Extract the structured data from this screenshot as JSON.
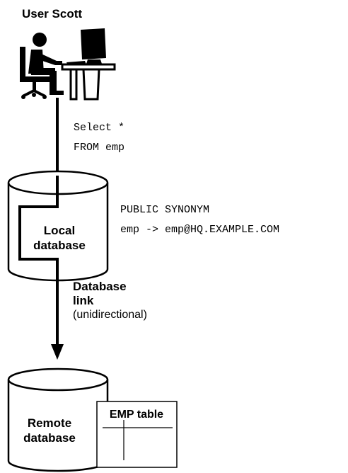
{
  "user": {
    "label": "User Scott",
    "icon": "user-at-computer-icon"
  },
  "query": {
    "line1": "Select *",
    "line2": "FROM emp"
  },
  "local_db": {
    "line1": "Local",
    "line2": "database"
  },
  "synonym": {
    "line1": "PUBLIC SYNONYM",
    "line2": "emp -> emp@HQ.EXAMPLE.COM"
  },
  "link": {
    "line1": "Database",
    "line2": "link",
    "line3": "(unidirectional)"
  },
  "remote_db": {
    "line1": "Remote",
    "line2": "database"
  },
  "emp_table": {
    "label": "EMP table"
  }
}
